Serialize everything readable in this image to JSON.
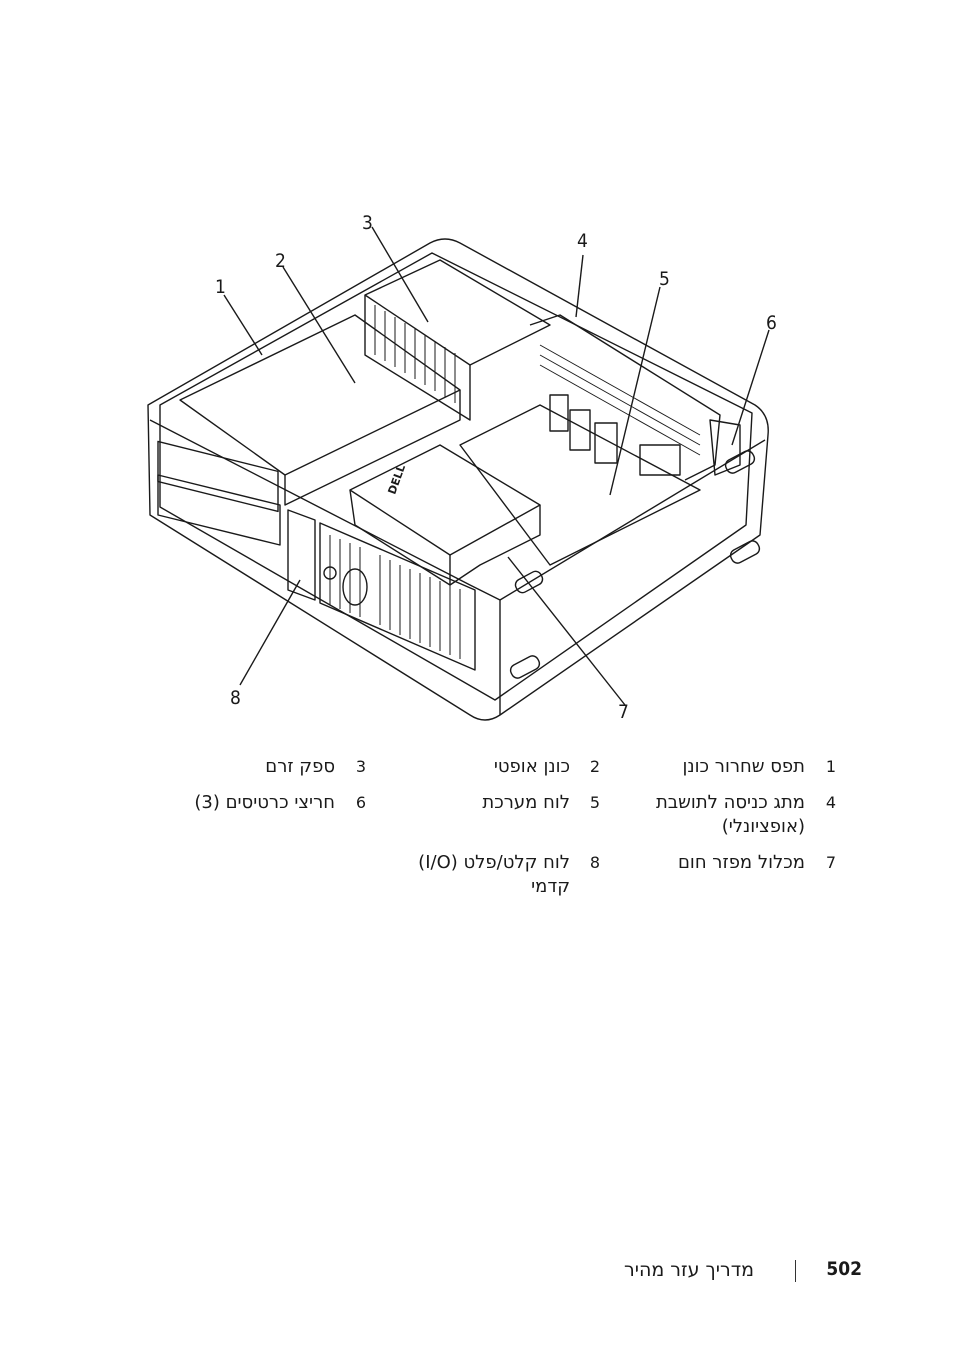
{
  "callouts": [
    "1",
    "2",
    "3",
    "4",
    "5",
    "6",
    "7",
    "8"
  ],
  "legend": [
    {
      "num": "1",
      "text": "תפס שחרור כונן"
    },
    {
      "num": "2",
      "text": "כונן אופטי"
    },
    {
      "num": "3",
      "text": "ספק זרם"
    },
    {
      "num": "4",
      "text": "מתג כניסה לתושבת (אופציונלי)"
    },
    {
      "num": "5",
      "text": "לוח מערכת"
    },
    {
      "num": "6",
      "text": "חריצי כרטיסים (3)"
    },
    {
      "num": "7",
      "text": "מכלול מפזר חום"
    },
    {
      "num": "8",
      "text": "לוח קלט/פלט (I/O) קדמי"
    }
  ],
  "footer": {
    "page_number": "502",
    "title": "מדריך עזר מהיר"
  },
  "figure": {
    "brand": "DELL",
    "icon": "computer-chassis-line-art"
  }
}
